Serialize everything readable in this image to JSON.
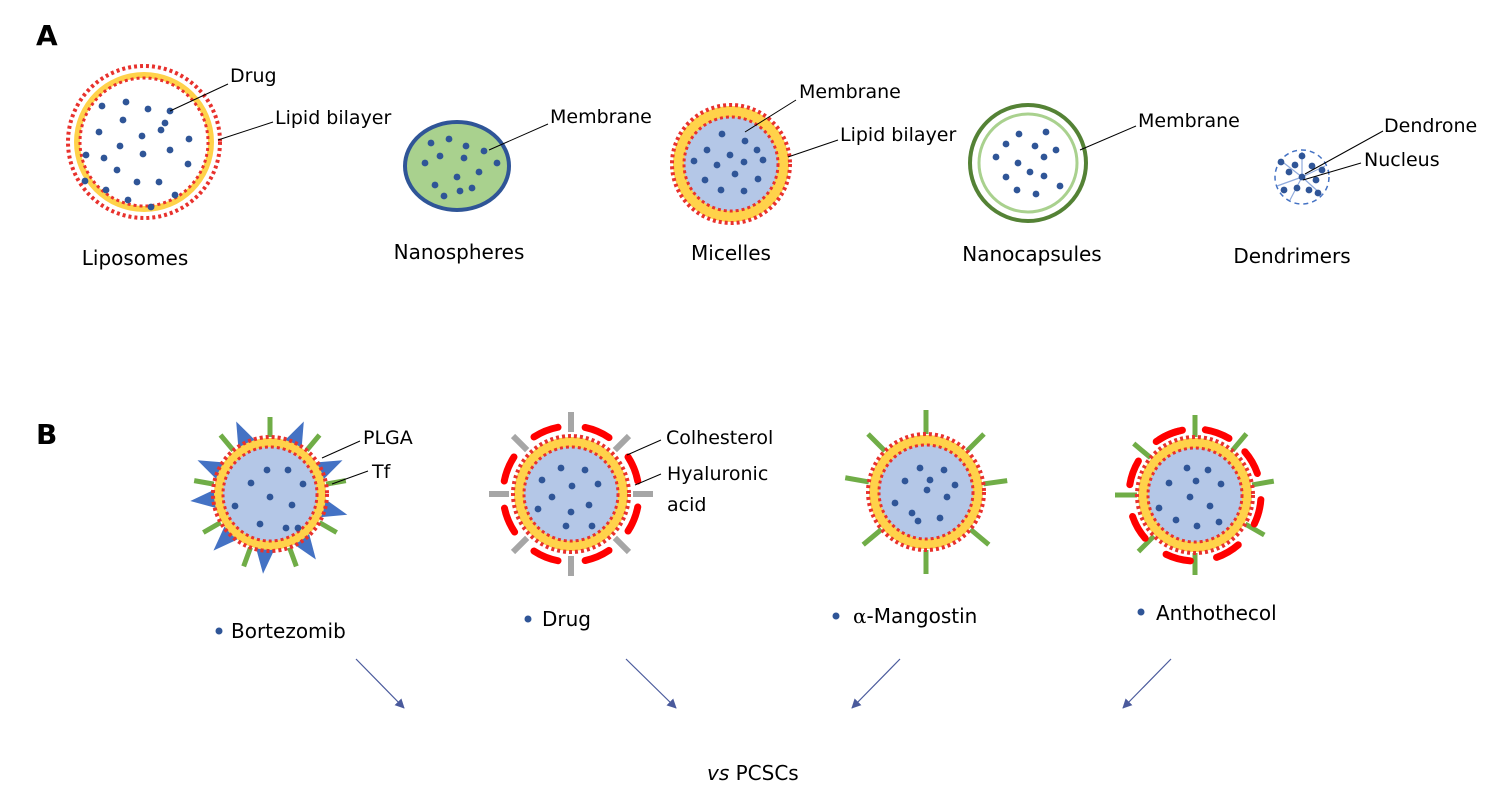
{
  "panel_a": {
    "letter": "A",
    "liposome": {
      "name": "Liposomes",
      "label_drug": "Drug",
      "label_bilayer": "Lipid bilayer"
    },
    "nanosphere": {
      "name": "Nanospheres",
      "label_membrane": "Membrane"
    },
    "micelle": {
      "name": "Micelles",
      "label_membrane": "Membrane",
      "label_bilayer": "Lipid bilayer"
    },
    "nanocapsule": {
      "name": "Nanocapsules",
      "label_membrane": "Membrane"
    },
    "dendrimer": {
      "name": "Dendrimers",
      "label_dendrone": "Dendrone",
      "label_nucleus": "Nucleus"
    }
  },
  "panel_b": {
    "letter": "B",
    "particles": [
      {
        "legend": "Bortezomib",
        "label_1": "PLGA",
        "label_2": "Tf"
      },
      {
        "legend": "Drug",
        "label_1": "Colhesterol",
        "label_2": "Hyaluronic",
        "label_3": "acid"
      },
      {
        "legend_prefix": "α",
        "legend": "-Mangostin"
      },
      {
        "legend": "Anthothecol"
      }
    ],
    "target_prefix": "vs",
    "target": " PCSCs"
  },
  "colors": {
    "drug_dot": "#2f5597",
    "lipid_fill": "#ffd24a",
    "lipid_dots": "#e8312d",
    "core_blue": "#b4c7e7",
    "nanosphere_fill": "#a9d18e",
    "nanosphere_border": "#2f5597",
    "capsule_green": "#548235",
    "ligand_green": "#70ad47",
    "tf_blue": "#4472c4",
    "cholesterol_grey": "#a6a6a6",
    "hyaluronic_red": "#ff0000",
    "arrow": "#4a5a9c"
  }
}
